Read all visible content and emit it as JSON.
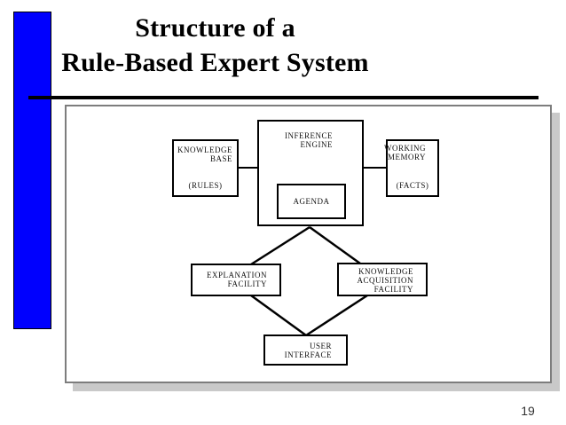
{
  "slide": {
    "title_line1": "Structure of a",
    "title_line2": "Rule-Based Expert System",
    "page_number": "19"
  },
  "colors": {
    "accent_bar": "#0000FE",
    "title_rule": "#000000",
    "frame_border": "#7D7D7D",
    "frame_shadow": "#C9C9C9",
    "node_border": "#000000",
    "connector": "#000000"
  },
  "diagram": {
    "inference_engine": {
      "line1": "INFERENCE",
      "line2": "ENGINE"
    },
    "knowledge_base": {
      "line1": "KNOWLEDGE",
      "line2": "BASE",
      "sub": "(RULES)"
    },
    "working_memory": {
      "line1": "WORKING",
      "line2": "MEMORY",
      "sub": "(FACTS)"
    },
    "agenda": {
      "label": "AGENDA"
    },
    "explanation_facility": {
      "line1": "EXPLANATION",
      "line2": "FACILITY"
    },
    "knowledge_acquisition_facility": {
      "line1": "KNOWLEDGE",
      "line2": "ACQUISITION",
      "line3": "FACILITY"
    },
    "user_interface": {
      "line1": "USER",
      "line2": "INTERFACE"
    }
  }
}
